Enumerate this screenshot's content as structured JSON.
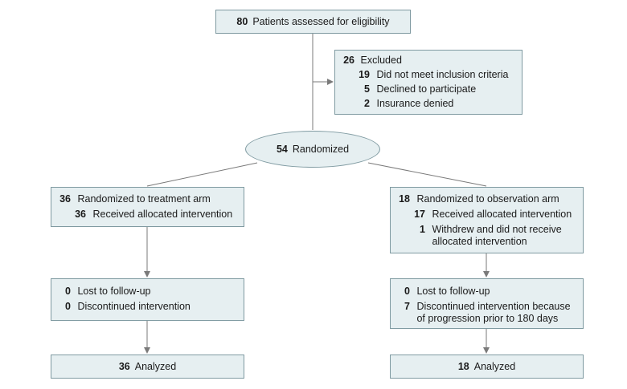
{
  "assessed": {
    "count": "80",
    "label": "Patients assessed for eligibility"
  },
  "excluded": {
    "count": "26",
    "label": "Excluded",
    "reasons": [
      {
        "count": "19",
        "label": "Did not meet inclusion criteria"
      },
      {
        "count": "5",
        "label": "Declined to participate"
      },
      {
        "count": "2",
        "label": "Insurance denied"
      }
    ]
  },
  "randomized": {
    "count": "54",
    "label": "Randomized"
  },
  "treatment_arm": {
    "allocation": {
      "count": "36",
      "label": "Randomized to treatment arm"
    },
    "received": {
      "count": "36",
      "label": "Received allocated intervention"
    },
    "lost": {
      "count": "0",
      "label": "Lost to follow-up"
    },
    "discontinued": {
      "count": "0",
      "label": "Discontinued intervention"
    },
    "analyzed": {
      "count": "36",
      "label": "Analyzed"
    }
  },
  "observation_arm": {
    "allocation": {
      "count": "18",
      "label": "Randomized to observation arm"
    },
    "received": {
      "count": "17",
      "label": "Received allocated intervention"
    },
    "withdrew": {
      "count": "1",
      "label_line1": "Withdrew and did not receive",
      "label_line2": "allocated intervention"
    },
    "lost": {
      "count": "0",
      "label": "Lost to follow-up"
    },
    "discontinued": {
      "count": "7",
      "label_line1": "Discontinued intervention because",
      "label_line2": "of progression prior to 180 days"
    },
    "analyzed": {
      "count": "18",
      "label": "Analyzed"
    }
  }
}
